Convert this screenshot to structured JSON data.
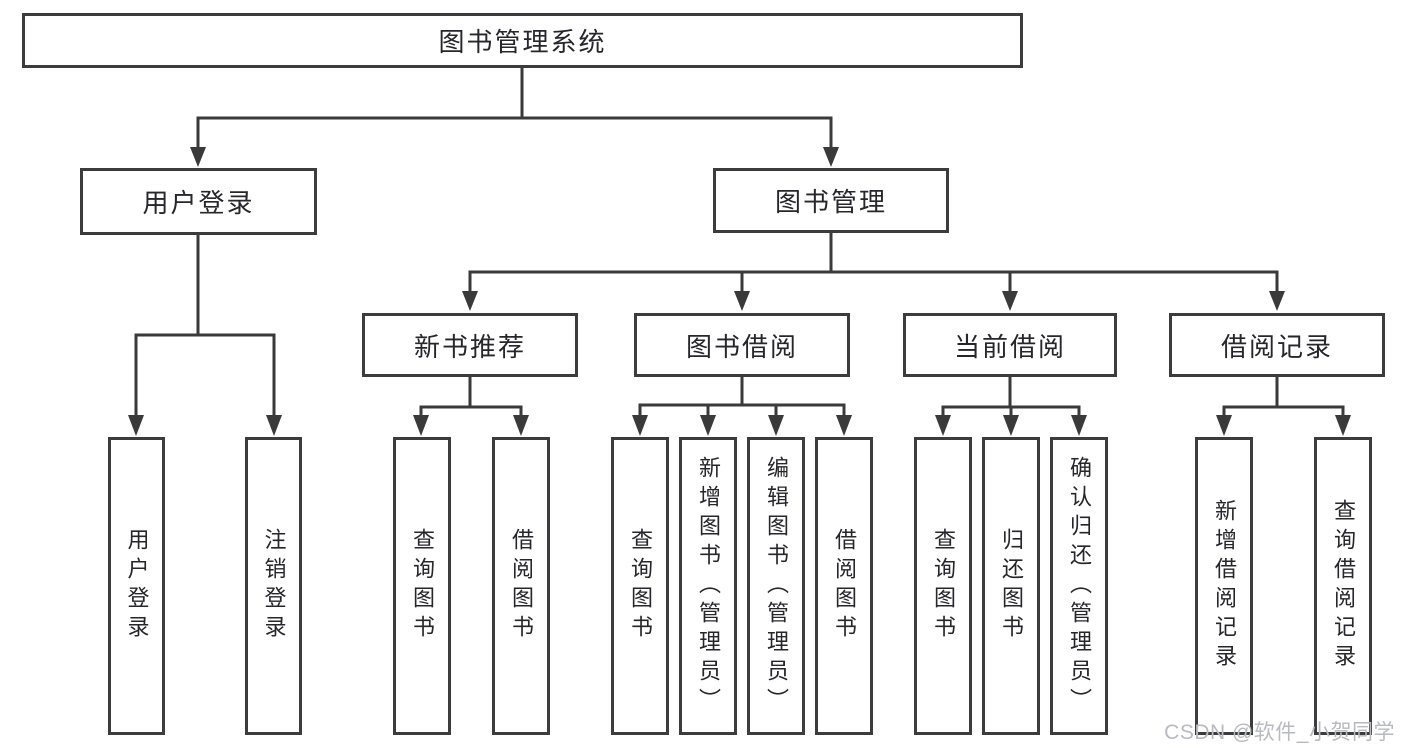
{
  "nodes": {
    "root": "图书管理系统",
    "user_login": "用户登录",
    "book_management": "图书管理",
    "new_book_recommend": "新书推荐",
    "book_borrowing": "图书借阅",
    "current_borrowing": "当前借阅",
    "borrowing_records": "借阅记录",
    "leaf_user_login": "用户登录",
    "leaf_logout_login": "注销登录",
    "leaf_query_book_a": "查询图书",
    "leaf_borrow_book_a": "借阅图书",
    "leaf_query_book_b": "查询图书",
    "leaf_add_book_admin": "新增图书（管理员）",
    "leaf_edit_book_admin": "编辑图书（管理员）",
    "leaf_borrow_book_b": "借阅图书",
    "leaf_query_book_c": "查询图书",
    "leaf_return_book": "归还图书",
    "leaf_confirm_return_admin": "确认归还（管理员）",
    "leaf_add_borrow_record": "新增借阅记录",
    "leaf_query_borrow_record": "查询借阅记录"
  },
  "watermark": "CSDN @软件_小贺同学",
  "colors": {
    "background": "#ffffff",
    "box_border": "#3c3c3c",
    "connector_line": "#3a3a3a",
    "text": "#26262b",
    "watermark_text": "#b9bac1"
  }
}
